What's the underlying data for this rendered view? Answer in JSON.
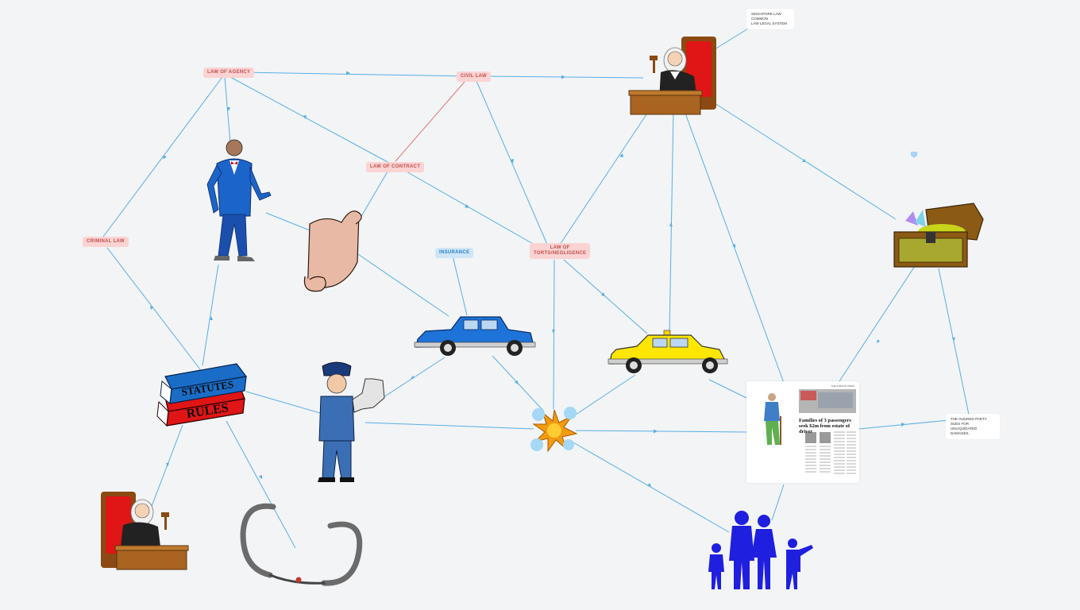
{
  "nodes": {
    "law_of_agency": "LAW OF AGENCY",
    "civil_law": "CIVIL LAW",
    "law_of_contract": "LAW OF CONTRACT",
    "criminal_law": "CRIMINAL LAW",
    "insurance": "INSURANCE",
    "torts_line1": "LAW OF",
    "torts_line2": "TORTS/NEGLIGENCE"
  },
  "notes": {
    "singapore_line1": "SINGAPORE LAW COMMON",
    "singapore_line2": "LAW LEGAL SYSTEM",
    "injured_line1": "THE INJURED PARTY SUES FOR",
    "injured_line2": "UNLIQUIDATED DAMAGES."
  },
  "books": {
    "top": "STATUTES",
    "bottom": "RULES"
  },
  "newspaper": {
    "headline": "Families of 3 passengers seek $2m from estate of driver",
    "masthead": "THE STRAITS TIMES"
  },
  "colors": {
    "background": "#f2f4f6",
    "connector": "#5aaee3",
    "connector_red": "#e57373",
    "tag_pink": "#fbd3d3",
    "tag_blue": "#cfe6f8"
  },
  "icons": [
    "judge-icon",
    "lawyer-icon",
    "scroll-icon",
    "books-icon",
    "policeman-icon",
    "blue-car-icon",
    "yellow-taxi-icon",
    "collision-icon",
    "treasure-chest-icon",
    "family-icon",
    "handcuffs-icon",
    "newspaper-icon"
  ]
}
